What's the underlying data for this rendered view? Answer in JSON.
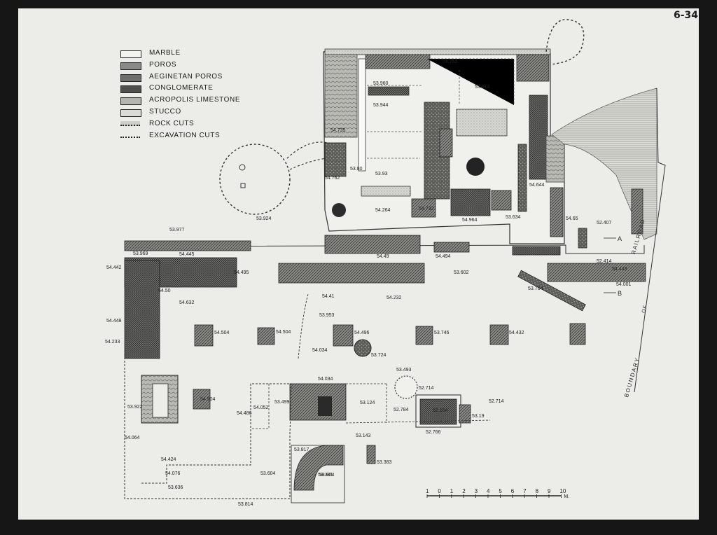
{
  "sheet_id": "6-34",
  "legend": [
    {
      "label": "MARBLE",
      "pattern": "marble"
    },
    {
      "label": "POROS",
      "pattern": "poros"
    },
    {
      "label": "AEGINETAN POROS",
      "pattern": "aeginetan"
    },
    {
      "label": "CONGLOMERATE",
      "pattern": "conglomerate"
    },
    {
      "label": "ACROPOLIS LIMESTONE",
      "pattern": "limestone"
    },
    {
      "label": "STUCCO",
      "pattern": "stucco"
    },
    {
      "label": "ROCK CUTS",
      "pattern": "rock"
    },
    {
      "label": "EXCAVATION CUTS",
      "pattern": "excavation"
    }
  ],
  "road_label": {
    "part1": "BOUNDARY",
    "part2": "OF",
    "part3": "RAILROAD"
  },
  "section_marks": [
    "A",
    "B"
  ],
  "elevations": [
    "54.752",
    "53.914",
    "53.960",
    "53.944",
    "54.735",
    "53.80",
    "53.93",
    "54.762",
    "54.264",
    "53.732",
    "54.964",
    "54.644",
    "54.65",
    "52.407",
    "53.634",
    "53.924",
    "53.977",
    "53.969",
    "54.445",
    "54.442",
    "54.495",
    "54.49",
    "54.494",
    "53.602",
    "52.414",
    "54.443",
    "54.001",
    "53.764",
    "54.50",
    "54.632",
    "54.232",
    "54.41",
    "53.953",
    "54.448",
    "54.504",
    "54.504",
    "54.496",
    "53.746",
    "54.432",
    "54.034",
    "54.233",
    "53.724",
    "54.034",
    "53.493",
    "52.714",
    "52.714",
    "53.922",
    "54.504",
    "54.486",
    "54.052",
    "53.499",
    "53.124",
    "52.784",
    "52.164",
    "53.19",
    "52.766",
    "54.064",
    "53.143",
    "53.817",
    "54.424",
    "53.604",
    "53.383",
    "53.381",
    "54.076",
    "53.636",
    "53.814",
    "53.924"
  ],
  "scale": {
    "ticks": [
      "1",
      "0",
      "1",
      "2",
      "3",
      "4",
      "5",
      "6",
      "7",
      "8",
      "9",
      "10"
    ],
    "unit": "M."
  }
}
